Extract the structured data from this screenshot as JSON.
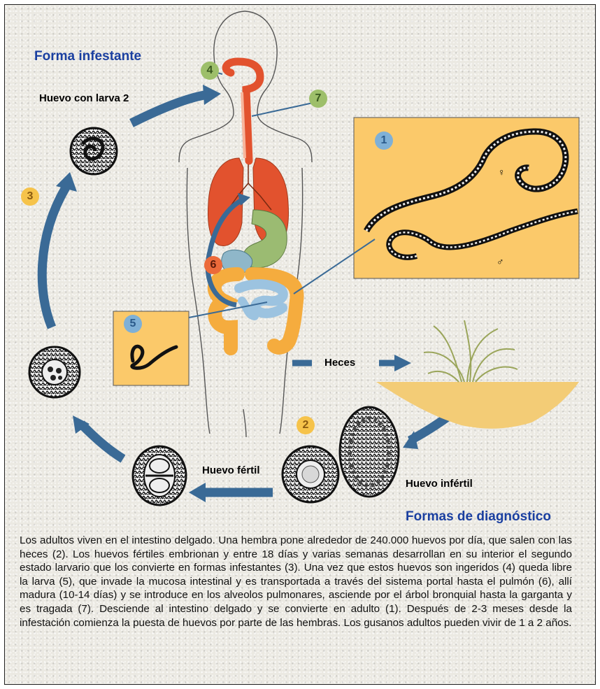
{
  "titles": {
    "infective_form": "Forma infestante",
    "diagnostic_forms": "Formas de diagnóstico"
  },
  "labels": {
    "egg_with_larva": "Huevo con larva 2",
    "feces": "Heces",
    "fertile_egg": "Huevo fértil",
    "infertile_egg": "Huevo infértil",
    "female_symbol": "♀",
    "male_symbol": "♂"
  },
  "steps": [
    "1",
    "2",
    "3",
    "4",
    "5",
    "6",
    "7"
  ],
  "colors": {
    "title_blue": "#1a3fa0",
    "arrow_blue": "#3a6a96",
    "organ_red": "#e2522e",
    "intestine_orange": "#f5ac3e",
    "panel_yellow": "#fbc96a",
    "stomach_green": "#9bbb72",
    "badge_blue": "#7fb0d6",
    "badge_green": "#9dbf6a",
    "badge_yellow": "#f6c34a",
    "badge_orange": "#ec6a3a"
  },
  "description": "Los adultos viven en el intestino delgado. Una hembra pone alrededor de 240.000 huevos por día, que salen con las heces (2). Los huevos fértiles embrionan y entre 18 días y varias semanas desarrollan en su interior el segundo estado larvario que los convierte en formas infestantes (3). Una vez que estos huevos son ingeridos (4) queda libre la larva (5), que invade la mucosa intestinal y es transportada a través del sistema portal hasta el pulmón (6), allí madura (10-14 días) y se introduce en los alveolos pulmonares, asciende por el árbol bronquial hasta la garganta y es tragada (7). Desciende al intestino delgado y se convierte en adulto (1). Después de 2-3 meses desde la infestación comienza la puesta de huevos por parte de las hembras. Los gusanos adultos pueden vivir de 1 a 2 años."
}
